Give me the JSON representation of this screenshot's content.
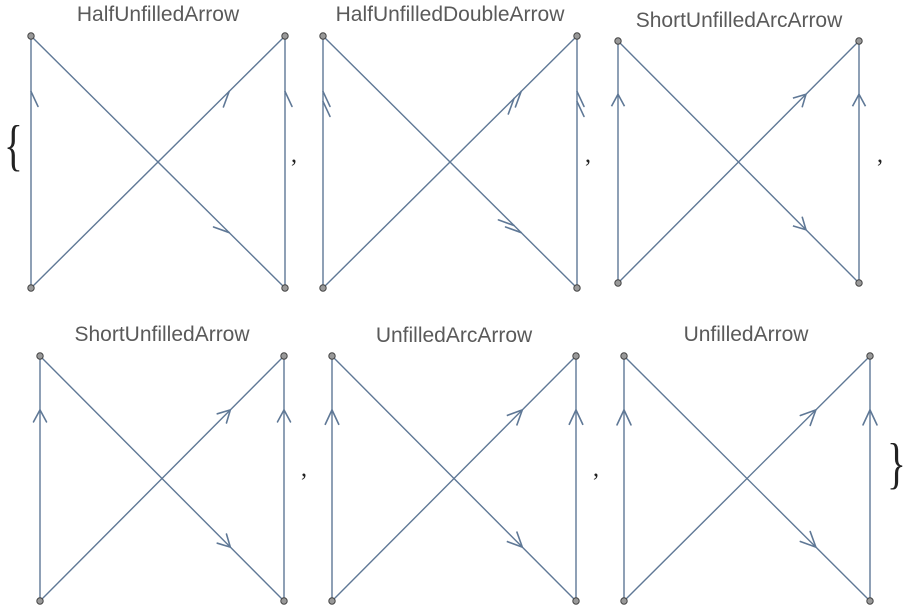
{
  "open_brace": "{",
  "close_brace": "}",
  "separator": ",",
  "colors": {
    "edge": "#5f7896",
    "vertex_fill": "#999999",
    "vertex_stroke": "#444444"
  },
  "graphs": [
    {
      "title": "HalfUnfilledArrow",
      "arrow_style": "half-unfilled"
    },
    {
      "title": "HalfUnfilledDoubleArrow",
      "arrow_style": "half-unfilled-double"
    },
    {
      "title": "ShortUnfilledArcArrow",
      "arrow_style": "short-unfilled-arc"
    },
    {
      "title": "ShortUnfilledArrow",
      "arrow_style": "short-unfilled"
    },
    {
      "title": "UnfilledArcArrow",
      "arrow_style": "unfilled-arc"
    },
    {
      "title": "UnfilledArrow",
      "arrow_style": "unfilled"
    }
  ],
  "edges": [
    {
      "from": "bottom-left",
      "to": "top-left"
    },
    {
      "from": "top-left",
      "to": "bottom-right"
    },
    {
      "from": "bottom-left",
      "to": "top-right"
    },
    {
      "from": "bottom-right",
      "to": "top-right"
    }
  ]
}
